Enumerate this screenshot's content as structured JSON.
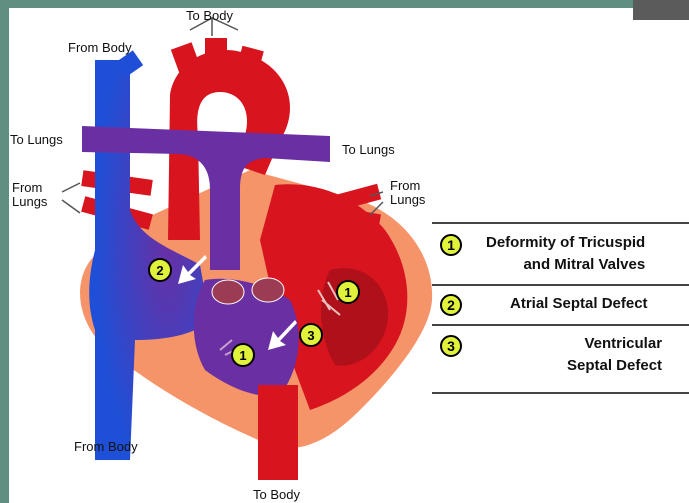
{
  "colors": {
    "frame": "#5e8f80",
    "frame_corner": "#5b5b5b",
    "oxygenated": "#d8141e",
    "deoxygenated": "#6a2fa3",
    "venous_blue": "#1f4fd6",
    "tissue": "#f59468",
    "marker": "#e1f23a",
    "arrow": "#ffffff"
  },
  "diagram": {
    "labels": {
      "to_body_top": "To Body",
      "from_body_top": "From Body",
      "to_lungs_left": "To Lungs",
      "to_lungs_right": "To Lungs",
      "from_lungs_left_1": "From",
      "from_lungs_left_2": "Lungs",
      "from_lungs_right_1": "From",
      "from_lungs_right_2": "Lungs",
      "from_body_bottom": "From Body",
      "to_body_bottom": "To Body"
    },
    "markers": {
      "m1_left": "1",
      "m1_right": "1",
      "m2": "2",
      "m3": "3"
    }
  },
  "legend": {
    "items": [
      {
        "number": "1",
        "line1": "Deformity of Tricuspid",
        "line2": "and Mitral Valves"
      },
      {
        "number": "2",
        "line1": "Atrial Septal Defect"
      },
      {
        "number": "3",
        "line1": "Ventricular",
        "line2": "Septal Defect"
      }
    ]
  }
}
